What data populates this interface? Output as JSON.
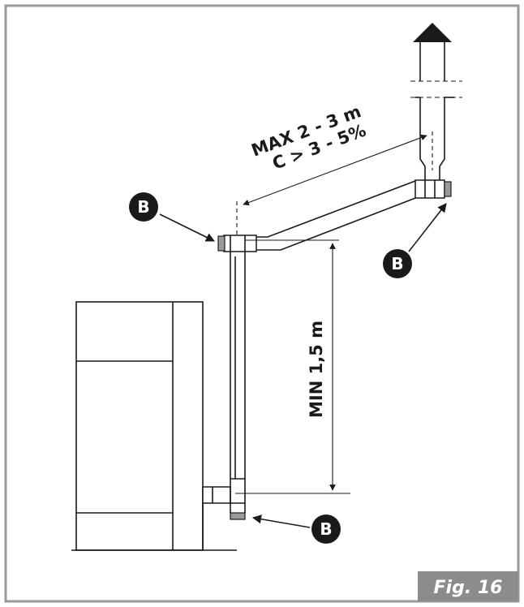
{
  "labels": {
    "max_length": "MAX 2 - 3 m",
    "slope": "C > 3 - 5%",
    "min_height": "MIN 1,5 m",
    "callout": "B",
    "figure_caption": "Fig. 16"
  },
  "colors": {
    "frame": "#9a9a9a",
    "ink": "#1a1a1a",
    "caption_bg": "#8c8c8c",
    "cap_fill": "#9a9a9a",
    "badge_bg": "#1a1a1a"
  }
}
